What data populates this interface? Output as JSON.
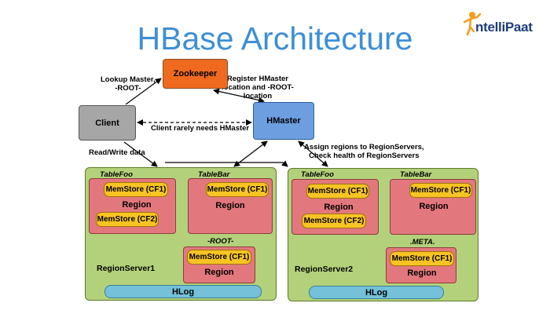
{
  "title": "HBase Architecture",
  "logo_text": "ntelliPaat",
  "nodes": {
    "zookeeper": "Zookeeper",
    "client": "Client",
    "hmaster": "HMaster"
  },
  "edges": {
    "lookup": "Lookup Master,\n-ROOT-",
    "register": "Register HMaster\nlocation and -ROOT-\nlocation",
    "rarely": "Client rarely needs HMaster",
    "readwrite": "Read/Write data",
    "assign": "Assign regions to RegionServers,\nCheck health of RegionServers"
  },
  "regionservers": [
    {
      "name": "RegionServer1",
      "hlog": "HLog",
      "tables": [
        {
          "table": "TableFoo",
          "memstores": [
            "MemStore (CF1)",
            "MemStore (CF2)"
          ],
          "region": "Region"
        },
        {
          "table": "TableBar",
          "memstores": [
            "MemStore (CF1)"
          ],
          "region": "Region"
        },
        {
          "table": "-ROOT-",
          "memstores": [
            "MemStore (CF1)"
          ],
          "region": "Region"
        }
      ]
    },
    {
      "name": "RegionServer2",
      "hlog": "HLog",
      "tables": [
        {
          "table": "TableFoo",
          "memstores": [
            "MemStore (CF1)",
            "MemStore (CF2)"
          ],
          "region": "Region"
        },
        {
          "table": "TableBar",
          "memstores": [
            "MemStore (CF1)"
          ],
          "region": "Region"
        },
        {
          "table": ".META.",
          "memstores": [
            "MemStore (CF1)"
          ],
          "region": "Region"
        }
      ]
    }
  ]
}
